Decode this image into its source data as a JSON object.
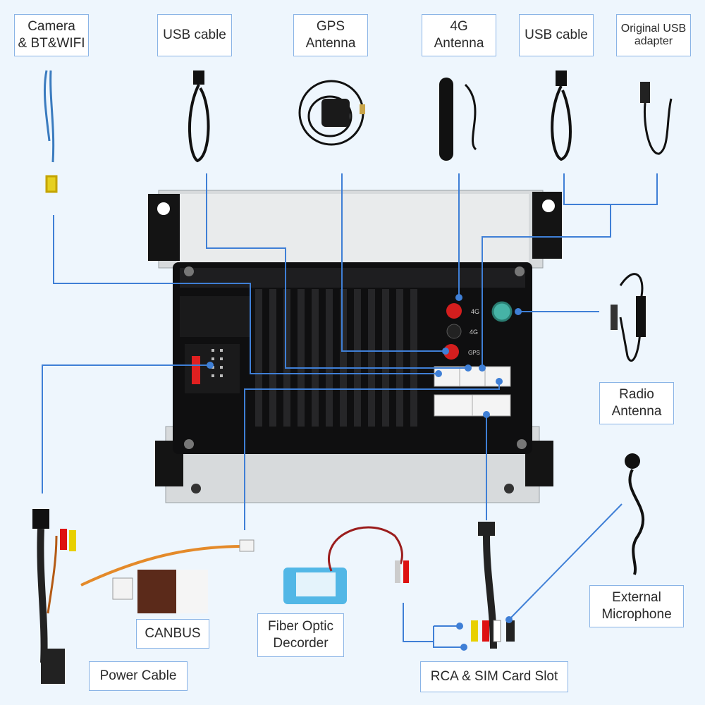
{
  "labels": {
    "camera": "Camera\n& BT&WIFI",
    "usb1": "USB cable",
    "gps": "GPS\nAntenna",
    "fourg": "4G\nAntenna",
    "usb2": "USB cable",
    "usb_adapter": "Original USB\nadapter",
    "radio": "Radio\nAntenna",
    "microphone": "External\nMicrophone",
    "canbus": "CANBUS",
    "fiber": "Fiber Optic\nDecorder",
    "power": "Power Cable",
    "rca": "RCA & SIM Card Slot"
  },
  "unit_ports": {
    "port_4g_top": "4G",
    "port_4g_mid": "4G",
    "port_gps": "GPS"
  },
  "colors": {
    "line": "#3f7fd6",
    "panel": "#0f0f10",
    "frame": "#cfd3d6",
    "red_port": "#d41e1e",
    "label_border": "#8ab4e6"
  }
}
